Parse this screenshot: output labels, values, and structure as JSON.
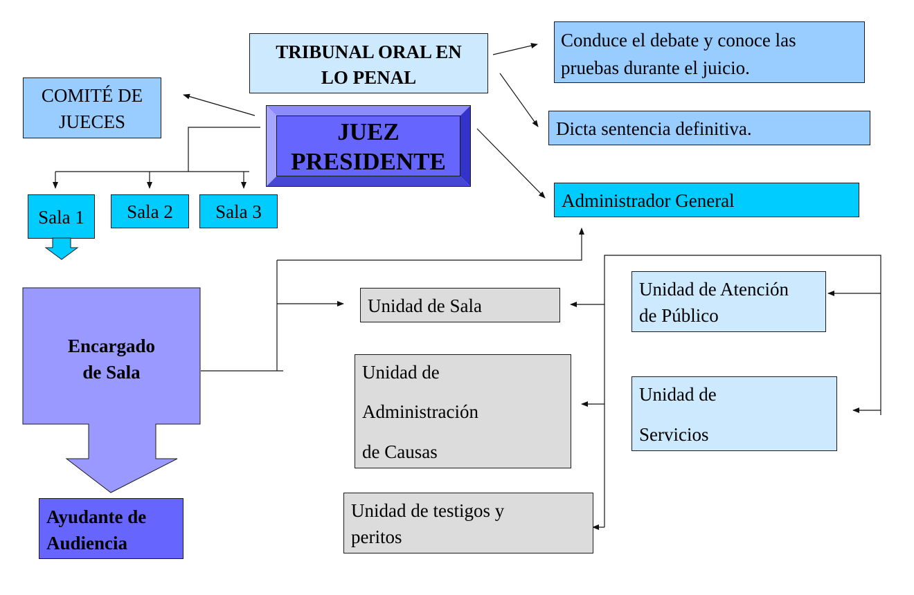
{
  "tribunal": "TRIBUNAL ORAL EN\nLO PENAL",
  "conduce": "Conduce el debate y conoce las\npruebas durante el juicio.",
  "dicta": "Dicta sentencia  definitiva.",
  "comite": "COMITÉ DE\nJUECES",
  "juez": "JUEZ\nPRESIDENTE",
  "administrador": "Administrador  General",
  "salas": [
    "Sala 1",
    "Sala 2",
    "Sala 3"
  ],
  "encargado": "Encargado\nde Sala",
  "ayudante": "Ayudante de\nAudiencia",
  "unidad_sala": "Unidad de Sala",
  "unidad_atencion": "Unidad de Atención\nde Público",
  "unidad_admin_causas": [
    "Unidad de",
    "Administración",
    "de Causas"
  ],
  "unidad_servicios": [
    "Unidad de",
    "Servicios"
  ],
  "unidad_testigos": "Unidad de testigos  y\nperitos",
  "colors": {
    "light_blue": "#cce9fd",
    "sky_blue": "#99ccff",
    "cyan": "#00ccff",
    "bevel_face": "#6666ff",
    "lavender": "#9999ff",
    "royal": "#6666ff",
    "gray": "#dcdcdc",
    "line": "#1a1a1a"
  }
}
